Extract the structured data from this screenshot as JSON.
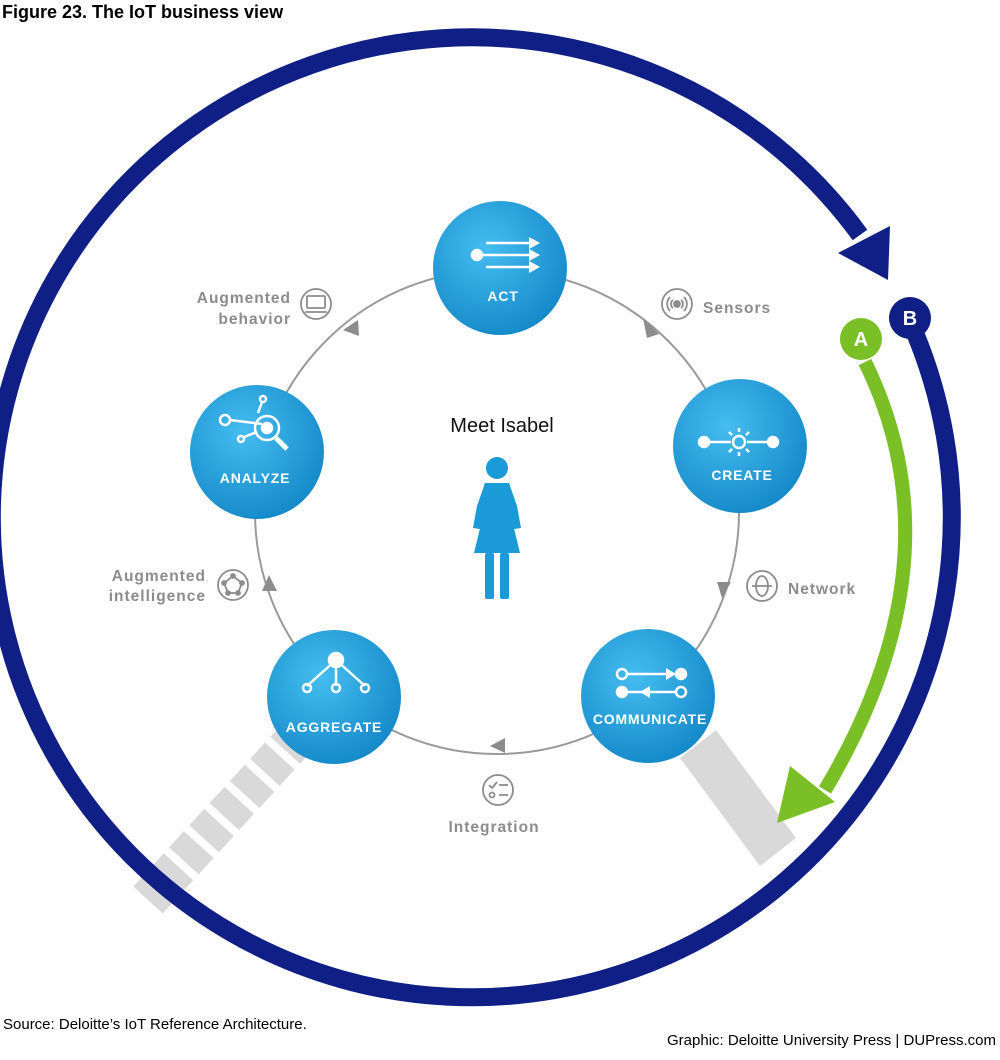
{
  "figure_title": "Figure 23. The IoT business view",
  "center": {
    "title": "Meet Isabel"
  },
  "stages": {
    "act": "ACT",
    "create": "CREATE",
    "communicate": "COMMUNICATE",
    "aggregate": "AGGREGATE",
    "analyze": "ANALYZE"
  },
  "links": {
    "sensors": "Sensors",
    "network": "Network",
    "integration": "Integration",
    "intelligence": [
      "Augmented",
      "intelligence"
    ],
    "behavior": [
      "Augmented",
      "behavior"
    ]
  },
  "badges": {
    "a": "A",
    "b": "B"
  },
  "footer": {
    "source": "Source: Deloitte’s IoT Reference Architecture.",
    "credit": "Graphic: Deloitte University Press | DUPress.com"
  },
  "colors": {
    "outer_ring": "#0f1f86",
    "node_fill": "#1a9ad6",
    "node_fill_light": "#3db4e8",
    "green_arrow": "#7abf26",
    "gray_label": "#8c8c8c",
    "gray_bar": "#d9d9d9"
  },
  "icons": {
    "act": "parallel-arrows-icon",
    "create": "sun-connector-icon",
    "communicate": "bidirectional-arrows-icon",
    "aggregate": "branch-tree-icon",
    "analyze": "magnifier-network-icon",
    "sensors": "signal-waves-icon",
    "network": "network-globe-icon",
    "integration": "checklist-icon",
    "intelligence": "node-polygon-icon",
    "behavior": "monitor-icon",
    "person": "woman-figure-icon"
  }
}
